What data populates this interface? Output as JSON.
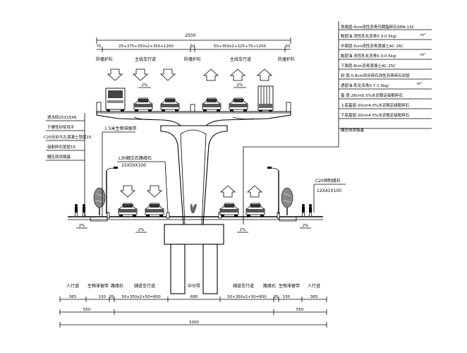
{
  "top_dims": {
    "total": "2550",
    "left_edge": "75",
    "left_group": "25+375+350x2+350+1200",
    "center_edge": "50",
    "right_group": "50+350x2+325+75+1200",
    "right_edge": "50"
  },
  "top_labels": {
    "left_rail": "防撞护栏",
    "left_lane": "主线车行道",
    "center_rail": "防撞护栏",
    "right_lane": "主线车行道",
    "right_rail": "防撞护栏"
  },
  "slopes": {
    "deck_left": "2%",
    "deck_right": "2%",
    "ground_left_walk": "2%",
    "ground_left_lane": "2%",
    "ground_right_lane": "2%",
    "ground_right_walk": "2%"
  },
  "pavement_layers": [
    "表面层:4cm改性沥青玛蹄脂碎石SMA-13C",
    "黏层油 改性乳化沥青0.3-0.5kg/",
    "中面层:5cm改性沥青混凝土AC-16C",
    "黏层油 改性乳化沥青0.3-0.5kg/",
    "下面层:8cm沥青混凝土AC-25C",
    "封 层:0.8cm同步碎石改性沥青碎石封层",
    "透层油:乳化沥青0.7-1.5kg/",
    "基 层:28cm5.5%水泥稳定级配碎石",
    "上底基层:20cm4.0%水泥稳定级配碎石",
    "下底基层:20cm4.0%水泥稳定级配碎石",
    "碾压原状路基"
  ],
  "unit_m2": "m²",
  "sidewalk_layers": [
    "透水砖25X15X6",
    "干硬性砂浆找平",
    "C20无砂大孔混凝土垫层15",
    "级配碎石垫层15",
    "碾压原状路基"
  ],
  "side_drain_label": "1.5米生物滞留带",
  "curb_left": {
    "line1": "L30细文石路缘石",
    "line2": "15X50X100"
  },
  "curb_right": {
    "line1": "C20预制缘石",
    "line2": "12X41X100"
  },
  "bottom_labels": {
    "walk_l": "人行道",
    "bio_l": "生物滞留带",
    "curb_l": "路缘石",
    "lane_l": "辅道车行道",
    "median": "中分带",
    "lane_r": "辅道车行道",
    "curb_r": "路缘石",
    "bio_r": "生物滞留带",
    "walk_r": "人行道"
  },
  "bottom_dims": {
    "walk_l": "365",
    "bio_l": "150",
    "curb_l": "35",
    "lane_l": "50+350x2+50=800",
    "median": "680",
    "lane_r": "50+350x2+50=800",
    "curb_r": "35",
    "bio_r": "150",
    "walk_r": "365",
    "left_sub": "550",
    "right_sub": "550",
    "total": "3300"
  },
  "colors": {
    "line": "#000000",
    "vehicle": "#777777",
    "background": "#ffffff"
  }
}
